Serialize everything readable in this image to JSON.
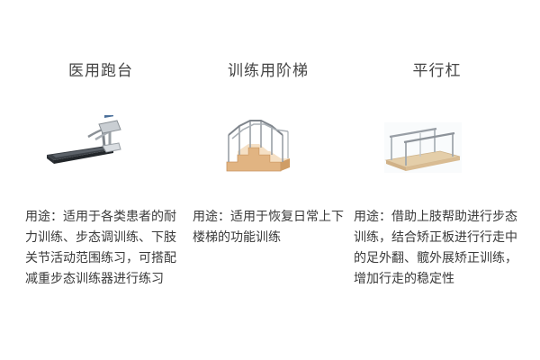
{
  "items": [
    {
      "title": "医用跑台",
      "desc": "用途：适用于各类患者的耐力训练、步态调训练、下肢关节活动范围练习，可搭配减重步态训练器进行练习",
      "icon": "treadmill-icon"
    },
    {
      "title": "训练用阶梯",
      "desc": "用途：适用于恢复日常上下楼梯的功能训练",
      "icon": "training-stairs-icon"
    },
    {
      "title": "平行杠",
      "desc": "用途：借助上肢帮助进行步态训练，结合矫正板进行行走中的足外翻、髋外展矫正训练，增加行走的稳定性",
      "icon": "parallel-bars-icon"
    }
  ]
}
